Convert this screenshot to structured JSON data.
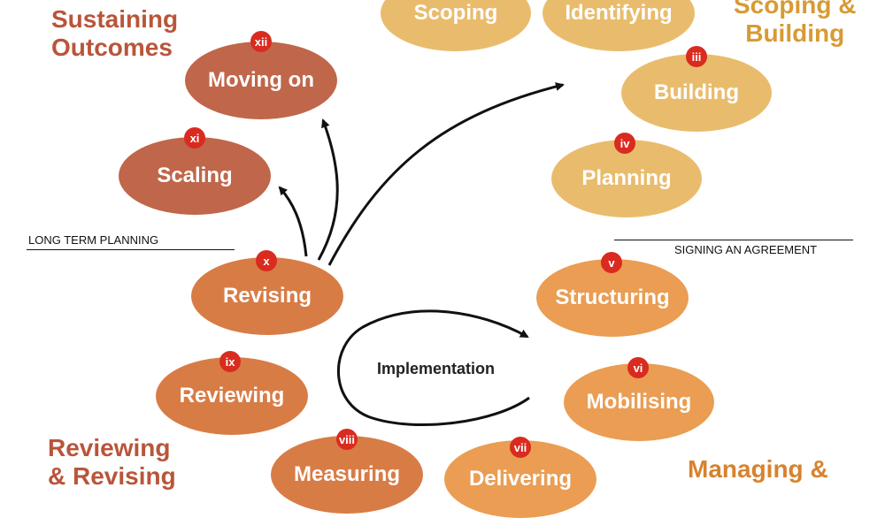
{
  "colors": {
    "scoping": "#e9bc6d",
    "sustaining": "#c0664a",
    "managing": "#ea9d53",
    "reviewing": "#d87c46",
    "badge": "#d92b1f",
    "title_scoping": "#d89a34",
    "title_sustaining": "#b9553a",
    "title_reviewing": "#b9553a",
    "title_managing": "#d8822e"
  },
  "stages": {
    "sustaining": [
      "Sustaining",
      "Outcomes"
    ],
    "scoping": [
      "Scoping &",
      "Building"
    ],
    "reviewing": [
      "Reviewing",
      "& Revising"
    ],
    "managing": [
      "Managing &"
    ]
  },
  "milestones": {
    "long_term": "LONG TERM PLANNING",
    "agreement": "SIGNING AN AGREEMENT"
  },
  "center_label": "Implementation",
  "steps": [
    {
      "numeral": "",
      "label": "Scoping",
      "icon": ""
    },
    {
      "numeral": "",
      "label": "Identifying"
    },
    {
      "numeral": "iii",
      "label": "Building"
    },
    {
      "numeral": "iv",
      "label": "Planning"
    },
    {
      "numeral": "v",
      "label": "Structuring"
    },
    {
      "numeral": "vi",
      "label": "Mobilising"
    },
    {
      "numeral": "vii",
      "label": "Delivering"
    },
    {
      "numeral": "viii",
      "label": "Measuring"
    },
    {
      "numeral": "ix",
      "label": "Reviewing"
    },
    {
      "numeral": "x",
      "label": "Revising"
    },
    {
      "numeral": "xi",
      "label": "Scaling"
    },
    {
      "numeral": "xii",
      "label": "Moving on"
    }
  ]
}
